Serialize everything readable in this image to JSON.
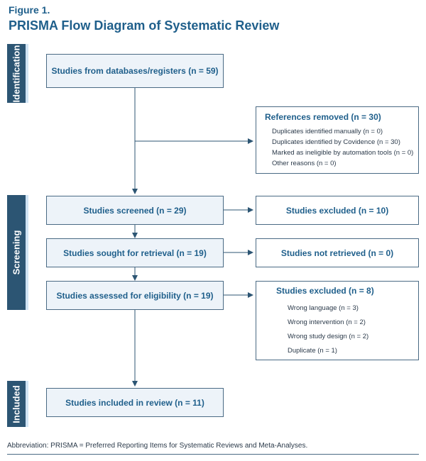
{
  "figure_label": "Figure 1.",
  "figure_title": "PRISMA Flow Diagram of Systematic Review",
  "phases": {
    "identification": "Identification",
    "screening": "Screening",
    "included": "Included"
  },
  "boxes": {
    "databases": "Studies from databases/registers (n = 59)",
    "removed_title": "References removed (n = 30)",
    "removed_items": [
      "Duplicates identified manually (n = 0)",
      "Duplicates identified by Covidence (n = 30)",
      "Marked as ineligible by automation tools (n = 0)",
      "Other reasons (n = 0)"
    ],
    "screened": "Studies screened (n = 29)",
    "excluded_screen": "Studies excluded (n = 10)",
    "sought": "Studies sought for retrieval (n = 19)",
    "not_retrieved": "Studies not retrieved (n = 0)",
    "assessed": "Studies assessed for eligibility (n = 19)",
    "excluded_elig_title": "Studies excluded (n = 8)",
    "excluded_elig_items": [
      "Wrong language (n = 3)",
      "Wrong intervention (n = 2)",
      "Wrong study design (n = 2)",
      "Duplicate (n = 1)"
    ],
    "included": "Studies included in review (n = 11)"
  },
  "footnote": "Abbreviation: PRISMA = Preferred Reporting Items for Systematic Reviews and Meta-Analyses.",
  "colors": {
    "phase_fill": "#2c5573",
    "phase_accent": "#cfe3f4",
    "main_box_fill": "#edf3f9",
    "border": "#4a6a84",
    "title": "#1f5f8b"
  }
}
